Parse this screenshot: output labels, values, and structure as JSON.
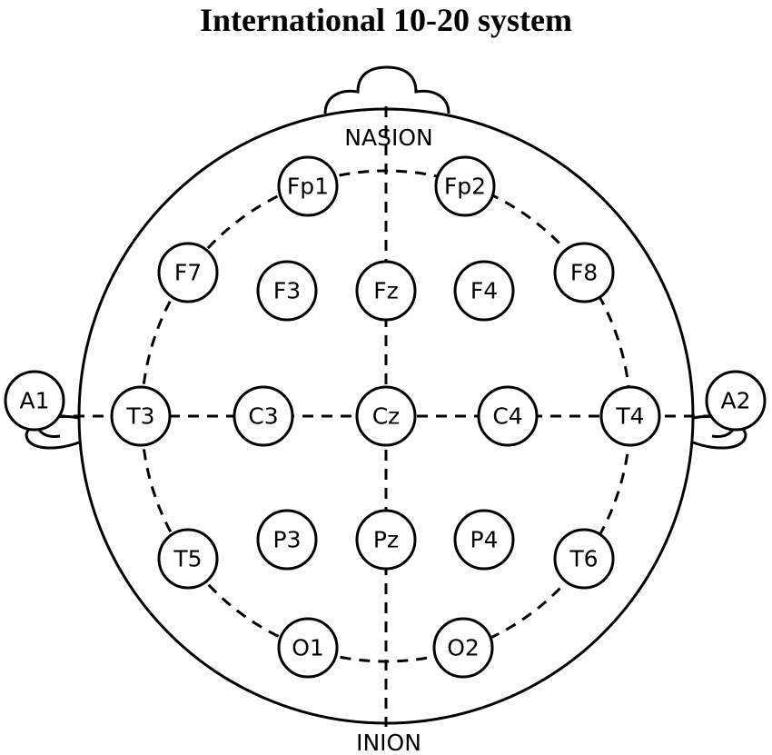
{
  "title": "International 10-20 system",
  "landmarks": {
    "nasion": "NASION",
    "inion": "INION"
  },
  "electrodes": [
    {
      "id": "fp1",
      "label": "Fp1"
    },
    {
      "id": "fp2",
      "label": "Fp2"
    },
    {
      "id": "f7",
      "label": "F7"
    },
    {
      "id": "f3",
      "label": "F3"
    },
    {
      "id": "fz",
      "label": "Fz"
    },
    {
      "id": "f4",
      "label": "F4"
    },
    {
      "id": "f8",
      "label": "F8"
    },
    {
      "id": "a1",
      "label": "A1"
    },
    {
      "id": "t3",
      "label": "T3"
    },
    {
      "id": "c3",
      "label": "C3"
    },
    {
      "id": "cz",
      "label": "Cz"
    },
    {
      "id": "c4",
      "label": "C4"
    },
    {
      "id": "t4",
      "label": "T4"
    },
    {
      "id": "a2",
      "label": "A2"
    },
    {
      "id": "t5",
      "label": "T5"
    },
    {
      "id": "p3",
      "label": "P3"
    },
    {
      "id": "pz",
      "label": "Pz"
    },
    {
      "id": "p4",
      "label": "P4"
    },
    {
      "id": "t6",
      "label": "T6"
    },
    {
      "id": "o1",
      "label": "O1"
    },
    {
      "id": "o2",
      "label": "O2"
    }
  ]
}
